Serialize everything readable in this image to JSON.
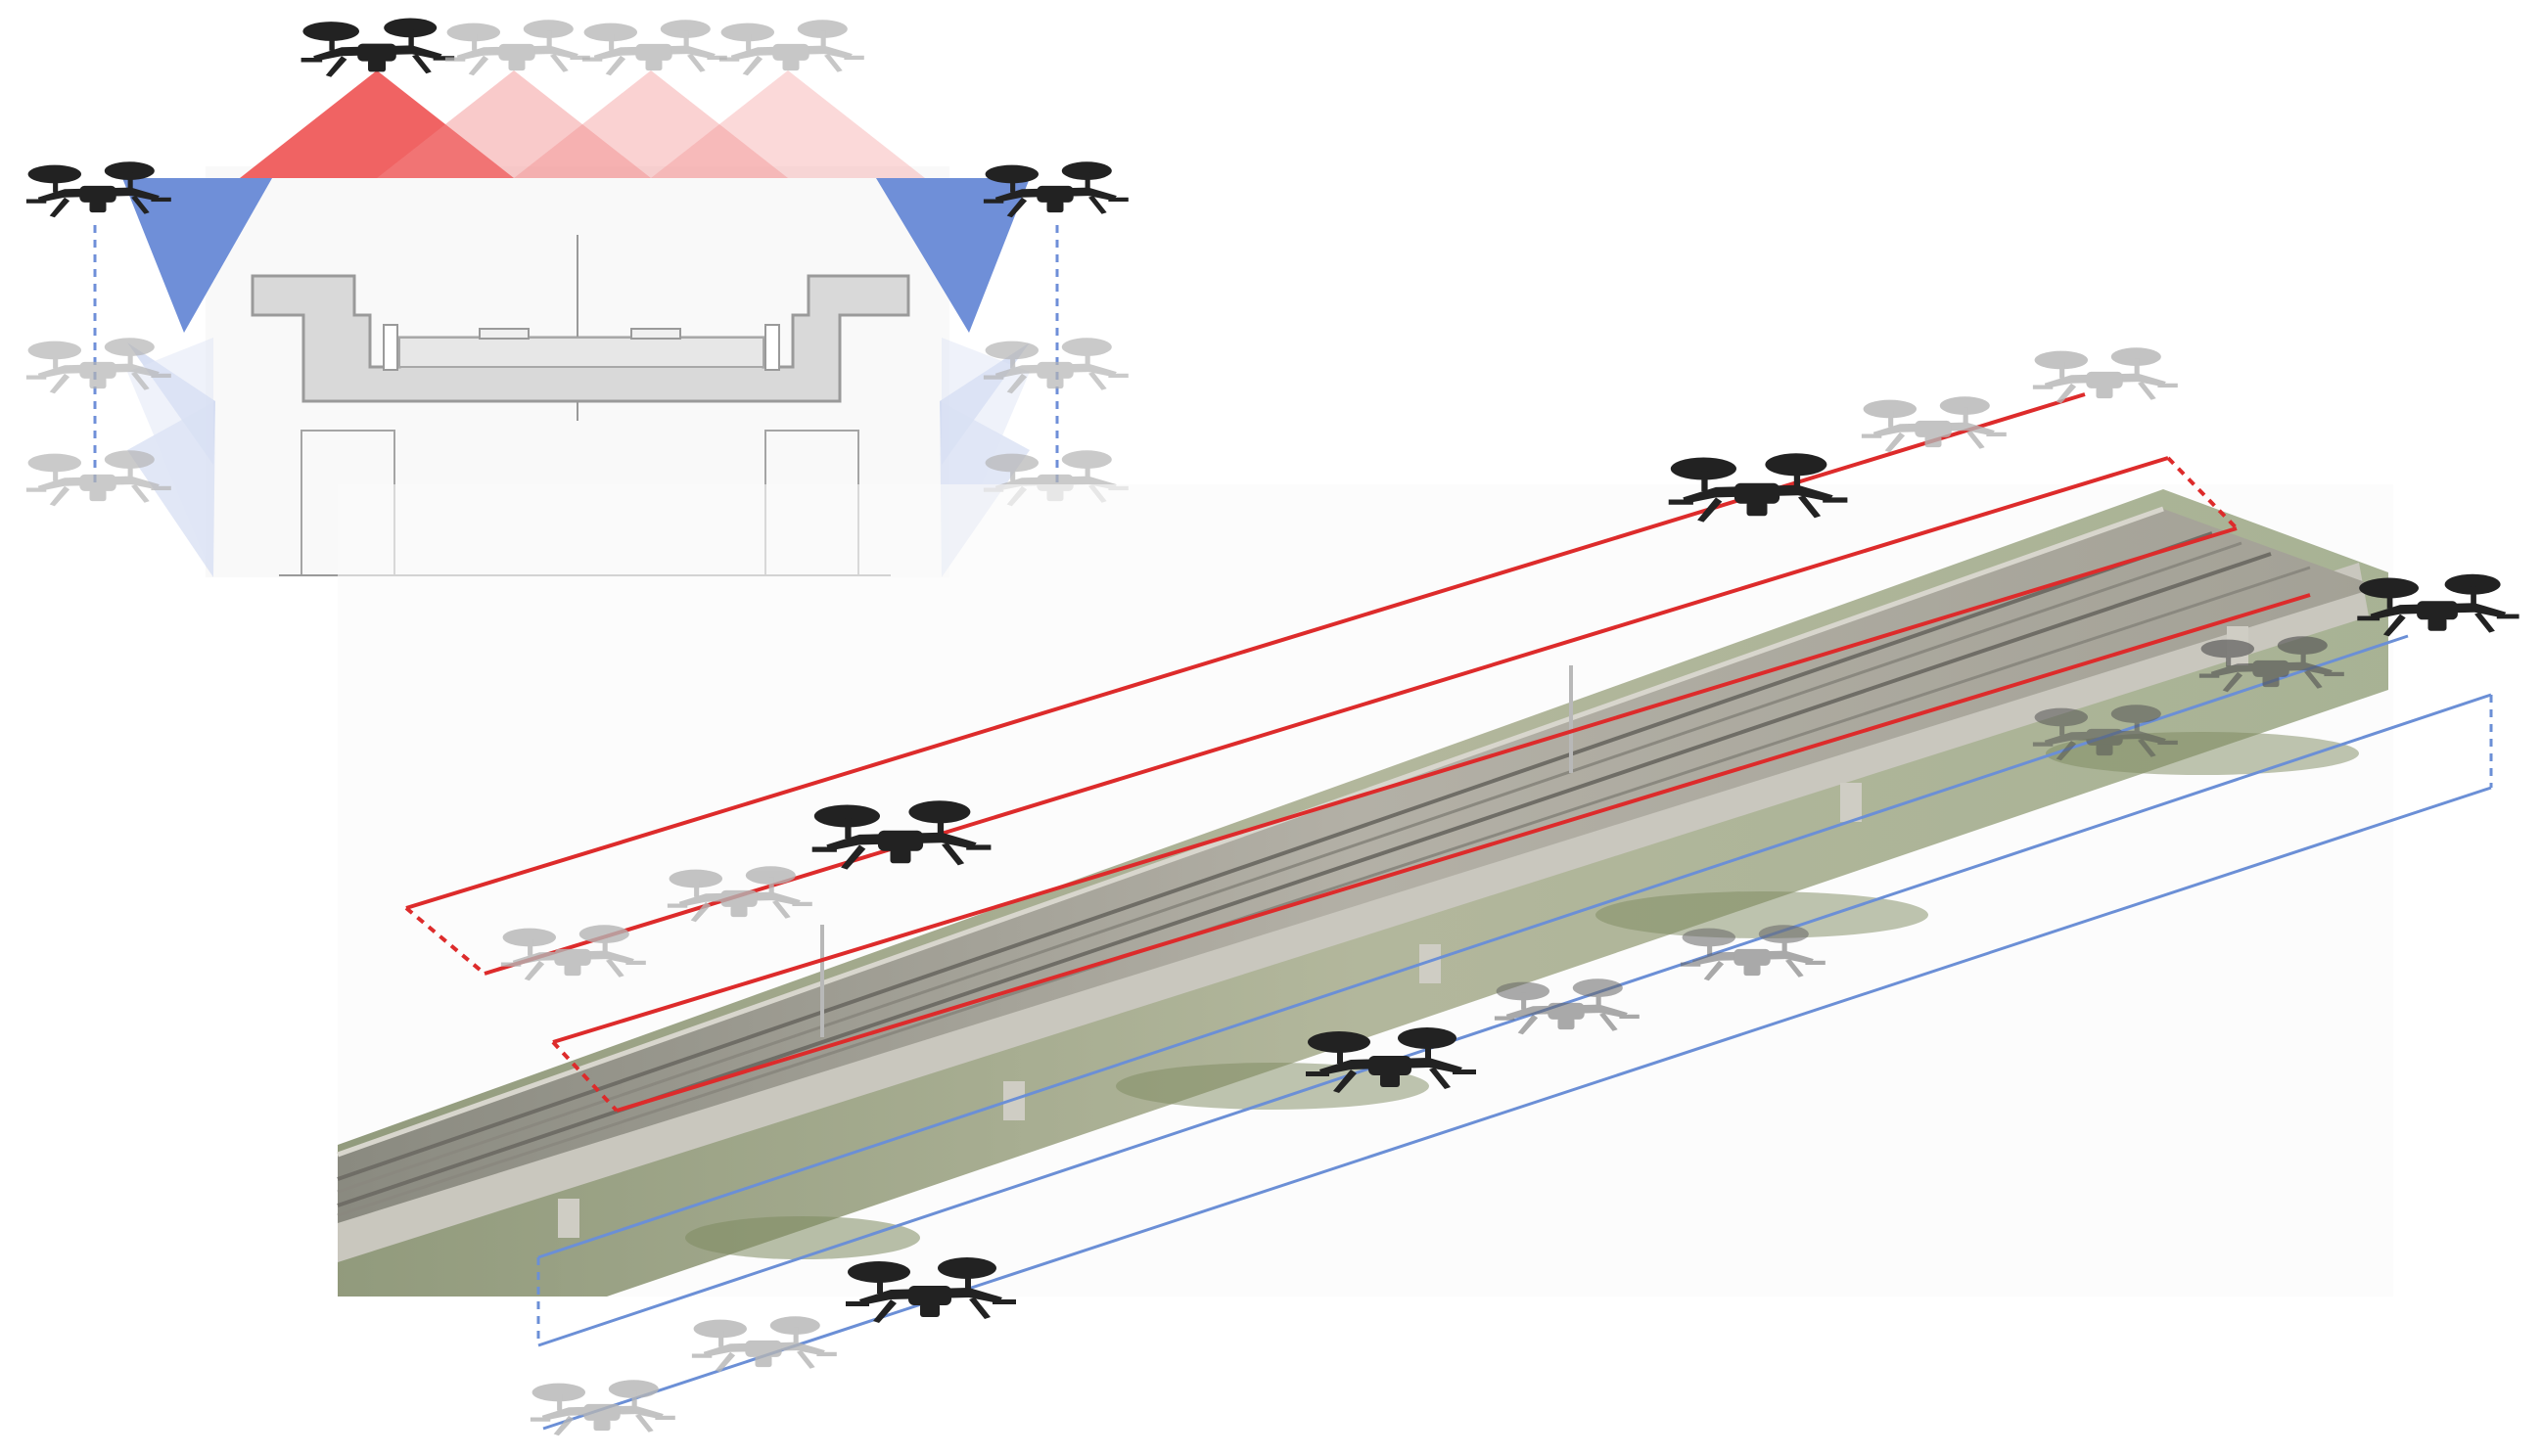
{
  "diagram": {
    "colors": {
      "top_flight_path": "#dd2b2b",
      "side_flight_path": "#6b8fd6",
      "top_camera_cone": "#ef5b5b",
      "side_camera_cone": "#6f8fd8",
      "bridge_section_fill": "#d9d9d9",
      "bridge_section_stroke": "#9a9a9a",
      "drone_active": "#222222",
      "drone_ghost": "#b5b5b5"
    },
    "icons": {
      "drone": "quadcopter-drone-icon",
      "camera_footprint": "camera-view-cone",
      "bridge": "bridge-cross-section"
    },
    "elements": {
      "cross_section": "bridge-cross-section",
      "model": "railway-bridge-3d-model",
      "top_route": "top-flight-route",
      "side_route": "side-flight-route"
    }
  }
}
